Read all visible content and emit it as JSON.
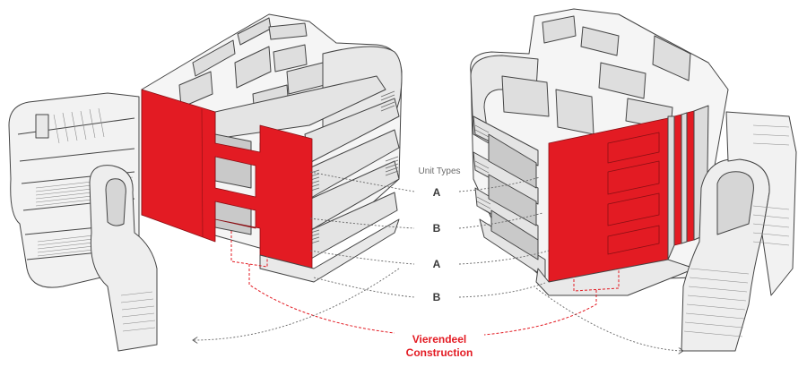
{
  "legend": {
    "header": "Unit Types",
    "types": [
      "A",
      "B",
      "A",
      "B"
    ]
  },
  "caption": {
    "line1": "Vierendeel",
    "line2": "Construction"
  },
  "colors": {
    "accent": "#e31b23",
    "line": "#555555",
    "fill_light": "#f4f4f4",
    "fill_mid": "#dcdcdc",
    "fill_dark": "#c4c4c4"
  },
  "icons": [
    "left-building-icon",
    "right-building-icon"
  ]
}
